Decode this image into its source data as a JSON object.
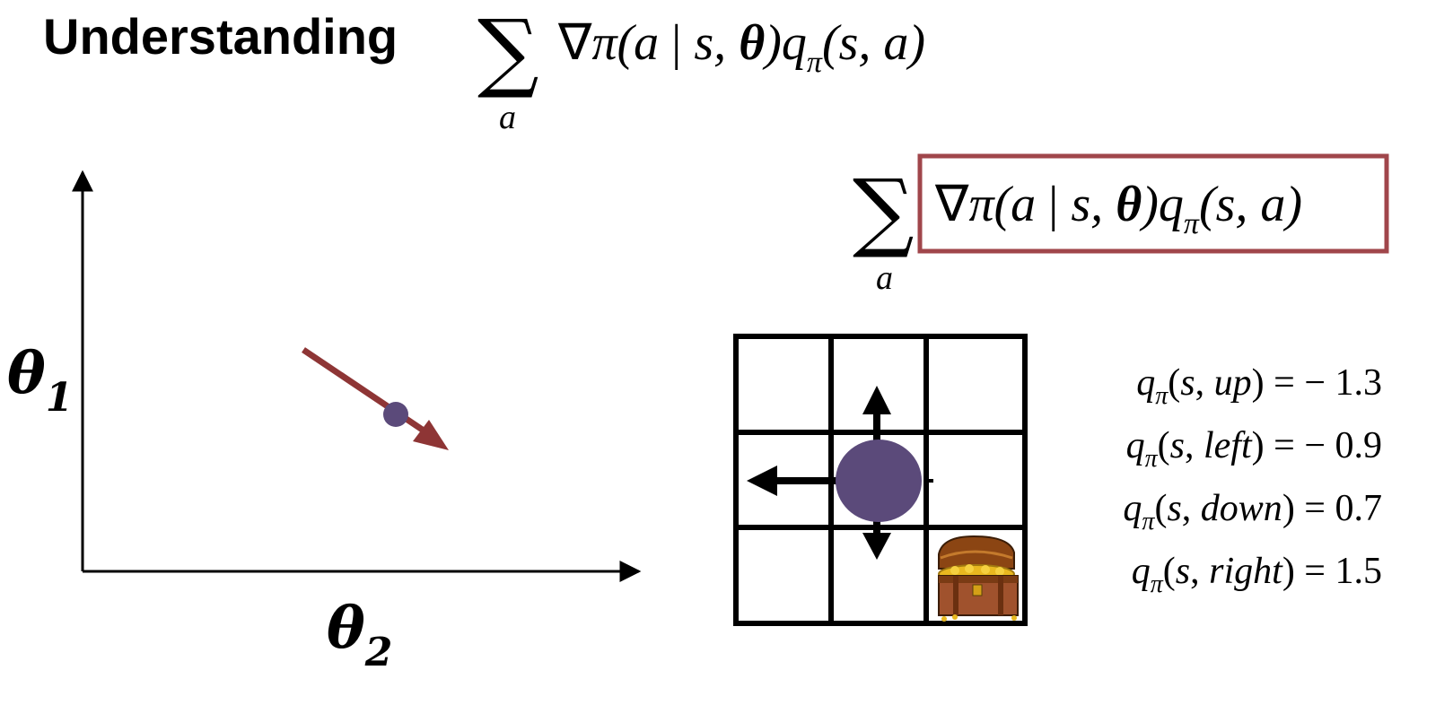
{
  "title": "Understanding",
  "formula_sum_index": "a",
  "axes": {
    "y_label": "θ",
    "y_subscript": "1",
    "x_label": "θ",
    "x_subscript": "2"
  },
  "q_values": [
    {
      "action": "up",
      "value": "1.3",
      "sign": "−"
    },
    {
      "action": "left",
      "value": "0.9",
      "sign": "−"
    },
    {
      "action": "down",
      "value": "0.7",
      "sign": ""
    },
    {
      "action": "right",
      "value": "1.5",
      "sign": ""
    }
  ],
  "colors": {
    "arrow": "#8e3535",
    "agent": "#5b4a7a",
    "box": "#a0464b",
    "ink": "#000000"
  },
  "icons": [
    "up-arrow-icon",
    "left-arrow-icon",
    "down-arrow-icon",
    "treasure-chest-icon"
  ]
}
